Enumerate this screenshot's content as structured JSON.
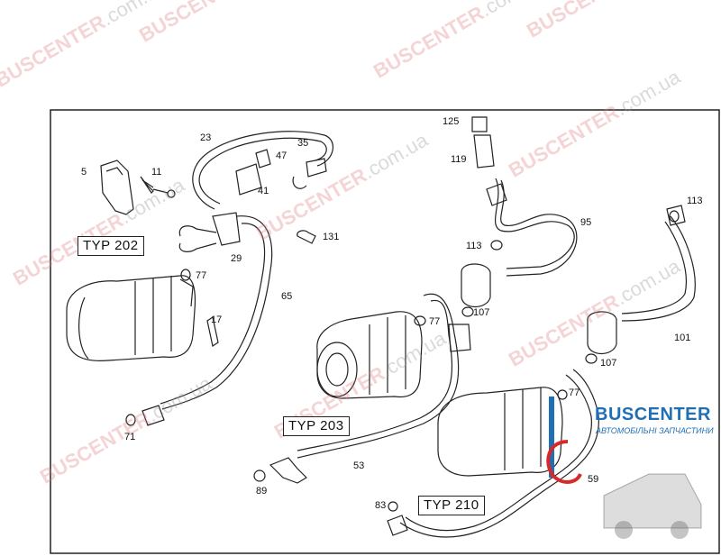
{
  "frame_label_types": [
    "TYP 202",
    "TYP 203",
    "TYP 210"
  ],
  "callouts": {
    "c5": "5",
    "c11": "11",
    "c23": "23",
    "c35": "35",
    "c47": "47",
    "c41": "41",
    "c29": "29",
    "c131": "131",
    "c77a": "77",
    "c65": "65",
    "c17": "17",
    "c71": "71",
    "c125": "125",
    "c119": "119",
    "c95": "95",
    "c113a": "113",
    "c113b": "113",
    "c107a": "107",
    "c77b": "77",
    "c101": "101",
    "c107b": "107",
    "c77c": "77",
    "c53": "53",
    "c89": "89",
    "c83": "83",
    "c59": "59"
  },
  "watermark": {
    "brand": "BUSCENTER",
    "domain": ".com.ua"
  },
  "logo": {
    "name": "BUSCENTER",
    "subtitle": "АВТОМОБІЛЬНІ ЗАПЧАСТИНИ"
  },
  "colors": {
    "line": "#222222",
    "watermark": "#dc7878",
    "logo_blue": "#1f6fb5",
    "logo_red": "#d62a2a"
  }
}
